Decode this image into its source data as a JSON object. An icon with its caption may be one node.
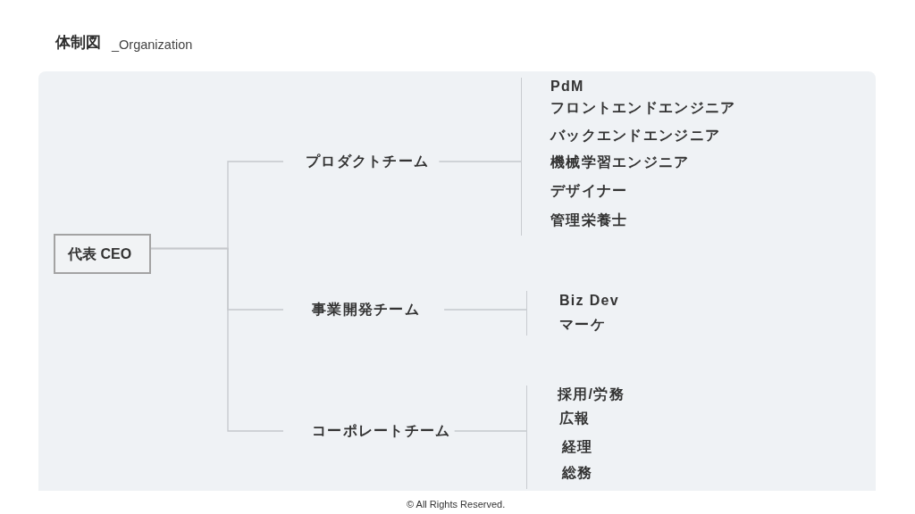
{
  "diagram": {
    "title": "体制図",
    "nodes": [
      {
        "text": [
          "代表 CEO"
        ]
      },
      {
        "text": [
          "プロダクトチーム"
        ]
      },
      {
        "text": [
          "PdM",
          "フロントエンドエンジニア",
          "バックエンドエンジニア",
          "機械学習エンジニア",
          "デザイナー",
          "管理栄養士"
        ]
      },
      {
        "text": [
          "事業開発チーム"
        ]
      },
      {
        "text": [
          "Biz Dev",
          "マーケ"
        ]
      },
      {
        "text": [
          "コーポレートチーム"
        ]
      },
      {
        "text": [
          "採用/労務",
          "広報",
          "経理",
          "総務"
        ]
      }
    ],
    "edges": [
      {
        "from": 0,
        "to": 1,
        "arrow": "none"
      },
      {
        "from": 0,
        "to": 3,
        "arrow": "none"
      },
      {
        "from": 0,
        "to": 5,
        "arrow": "none"
      },
      {
        "from": 1,
        "to": 2,
        "arrow": "none"
      },
      {
        "from": 3,
        "to": 4,
        "arrow": "none"
      },
      {
        "from": 5,
        "to": 6,
        "arrow": "none"
      }
    ],
    "labels": [
      "_Organization",
      "© All Rights Reserved."
    ]
  }
}
